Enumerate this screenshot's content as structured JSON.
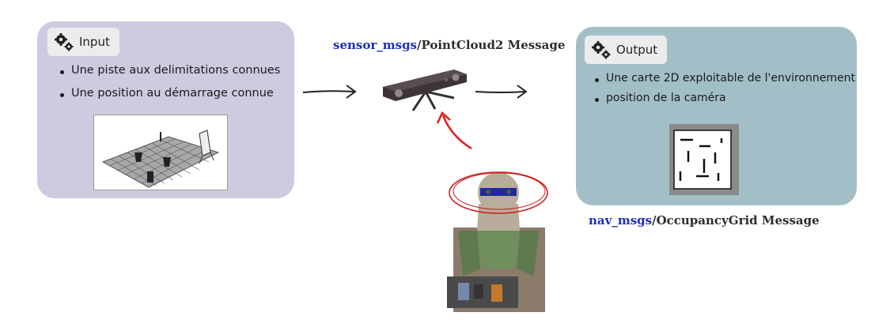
{
  "input": {
    "title": "Input",
    "icon": "gears-icon",
    "items": [
      "Une piste aux delimitations connues",
      "Une position au démarrage connue"
    ]
  },
  "output": {
    "title": "Output",
    "icon": "gears-icon",
    "items": [
      "Une carte 2D exploitable de l'environnement",
      "position de la caméra"
    ]
  },
  "sensor_msg": {
    "package": "sensor_msgs",
    "type": "/PointCloud2 Message"
  },
  "nav_msg": {
    "package": "nav_msgs",
    "type": "/OccupancyGrid Message"
  },
  "colors": {
    "input_bg": "#cdcbe0",
    "output_bg": "#a2bfc7",
    "package_blue": "#1f2dbf",
    "highlight_red": "#e02020"
  }
}
